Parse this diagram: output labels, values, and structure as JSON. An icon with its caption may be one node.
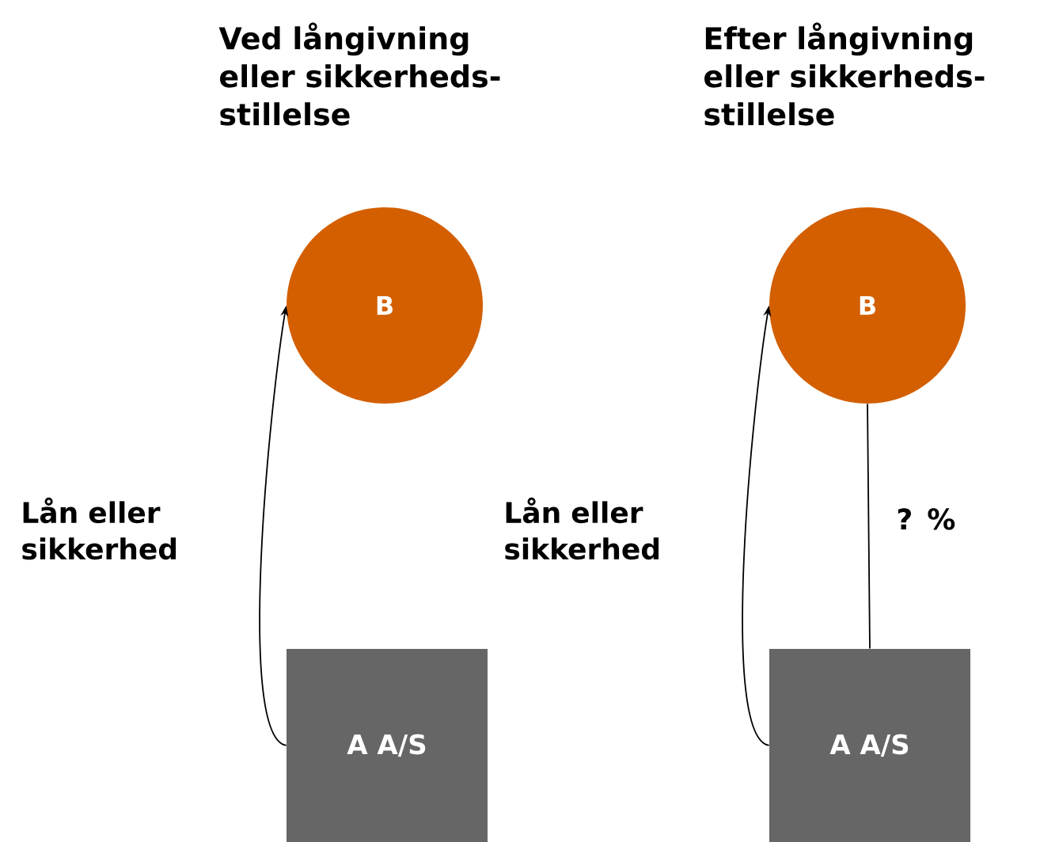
{
  "diagram": {
    "nodes": [
      {
        "text": [
          "B"
        ]
      },
      {
        "text": [
          "A A/S"
        ]
      },
      {
        "text": [
          "B"
        ]
      },
      {
        "text": [
          "A A/S"
        ]
      }
    ],
    "edges": [
      {
        "from": 1,
        "to": 0,
        "arrow": "to",
        "label": "Lån eller sikkerhed"
      },
      {
        "from": 3,
        "to": 2,
        "arrow": "to",
        "label": "Lån eller sikkerhed"
      },
      {
        "from": 3,
        "to": 2,
        "arrow": "none",
        "label": "? %"
      }
    ],
    "labels": [
      "Ved långivning eller sikkerheds- stillelse",
      "Efter långivning eller sikkerheds- stillelse"
    ]
  }
}
